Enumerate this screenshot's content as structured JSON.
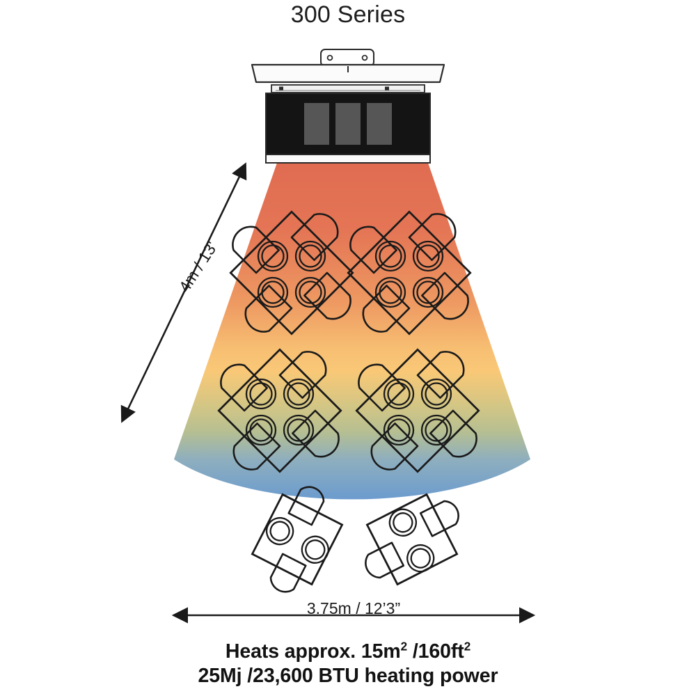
{
  "header": {
    "title": "300 Series"
  },
  "dimensions": {
    "depth_label": "4m / 13'",
    "width_label": "3.75m / 12’3”"
  },
  "caption": {
    "line1_prefix": "Heats approx. 15m",
    "line1_sup1": "2",
    "line1_mid": "  /160ft",
    "line1_sup2": "2",
    "line2": "25Mj /23,600 BTU heating power"
  },
  "colors": {
    "heat_hot": "#E06C51",
    "heat_warm": "#F2A869",
    "heat_amber": "#F9C877",
    "heat_neutral": "#C3C488",
    "heat_cool": "#8FAFBE",
    "heat_cold": "#6B9BCE",
    "heater_body": "#1a1a1a",
    "heater_panel": "#565656",
    "outline": "#1a1a1a",
    "text": "#1a1a1a"
  },
  "heater": {
    "name": "radiant-heater-unit",
    "bracket_screws": 2,
    "emitter_panels": 3
  },
  "chart_data": {
    "type": "diagram",
    "title": "300 Series",
    "description": "Overhead radiant heater coverage footprint diagram",
    "coverage": {
      "depth": "4m / 13'",
      "width": "3.75m / 12’3”",
      "area_metric": "15m2",
      "area_imperial": "160ft2",
      "power_mj": "25Mj",
      "power_btu": "23,600 BTU"
    },
    "tables_inside_cone": 4,
    "tables_outside_cone": 2,
    "seats_per_inside_table": 4,
    "plates_per_inside_table": 4,
    "seats_per_outside_table": 2,
    "plates_per_outside_table": 2,
    "gradient_stops": [
      {
        "offset": 0.0,
        "color": "#E06C51",
        "meaning": "hottest"
      },
      {
        "offset": 0.42,
        "color": "#EE9A62",
        "meaning": "hot"
      },
      {
        "offset": 0.58,
        "color": "#F9C877",
        "meaning": "warm"
      },
      {
        "offset": 0.74,
        "color": "#C3C488",
        "meaning": "mild"
      },
      {
        "offset": 0.88,
        "color": "#8FAFBE",
        "meaning": "cool"
      },
      {
        "offset": 1.0,
        "color": "#6B9BCE",
        "meaning": "coolest"
      }
    ]
  }
}
